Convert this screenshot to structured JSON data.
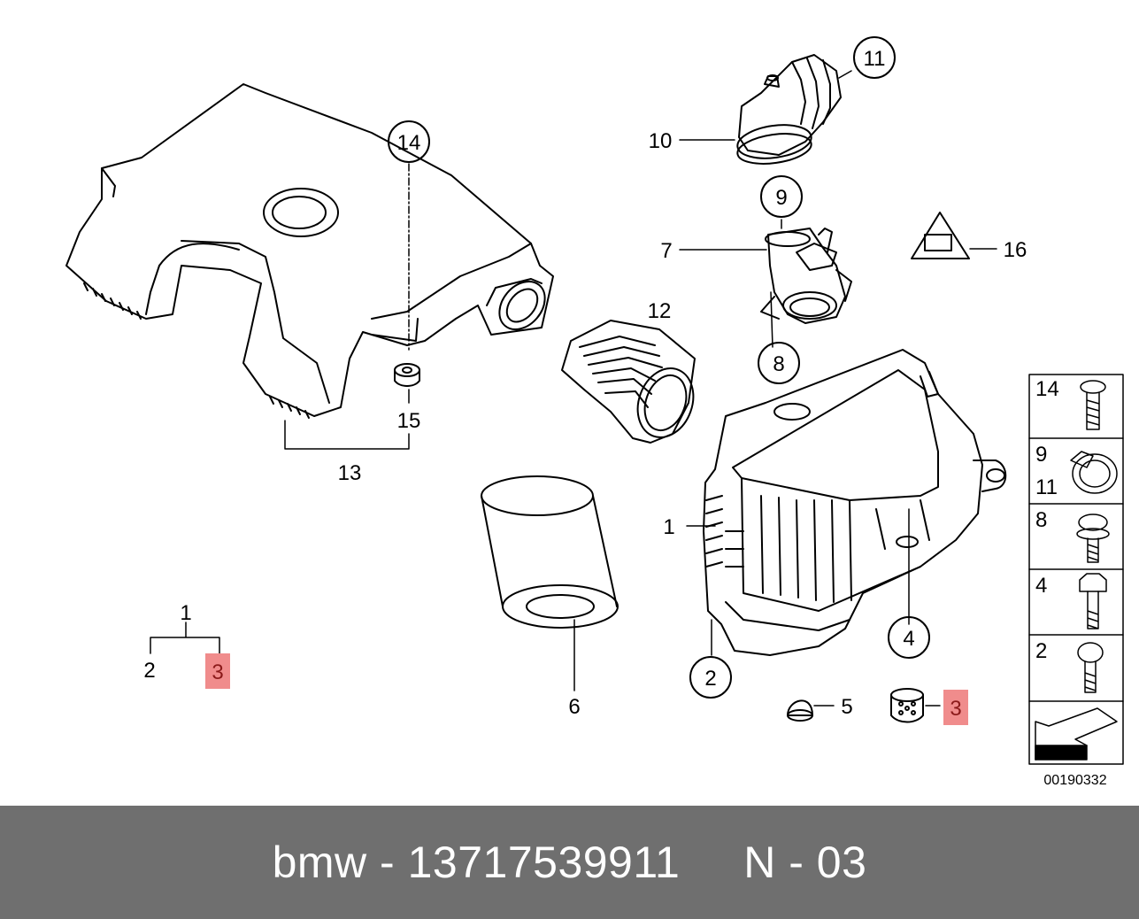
{
  "diagram": {
    "labels": {
      "l1": "1",
      "l2": "2",
      "l4": "4",
      "l5": "5",
      "l6": "6",
      "l7": "7",
      "l8": "8",
      "l9": "9",
      "l10": "10",
      "l11": "11",
      "l12": "12",
      "l13": "13",
      "l14": "14",
      "l15": "15",
      "l16": "16",
      "tree_1": "1",
      "tree_2": "2",
      "tree_3": "3",
      "hl_3": "3"
    },
    "legend": {
      "r1": "14",
      "r2a": "9",
      "r2b": "11",
      "r3": "8",
      "r4": "4",
      "r5": "2"
    },
    "ref_code": "00190332",
    "colors": {
      "highlight": "#f08c8c",
      "footer_bg": "#6f6f6f",
      "line": "#000000"
    }
  },
  "footer": {
    "text": "bmw - 13717539911     N - 03"
  }
}
